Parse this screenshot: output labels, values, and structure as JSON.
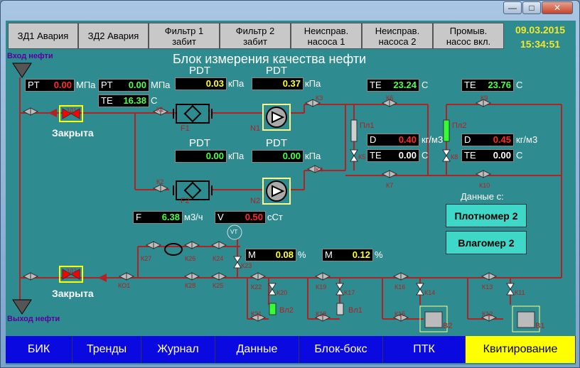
{
  "window": {
    "min": "—",
    "max": "□",
    "close": "✕"
  },
  "alarms": [
    "ЗД1 Авария",
    "ЗД2 Авария",
    "Фильтр 1\nзабит",
    "Фильтр 2\nзабит",
    "Неисправ.\nнасоса 1",
    "Неисправ.\nнасоса 2",
    "Промыв.\nнасос вкл."
  ],
  "datetime": {
    "date": "09.03.2015",
    "time": "15:34:51"
  },
  "title": "Блок измерения качества нефти",
  "inlet": "Вход нефти",
  "outlet": "Выход нефти",
  "status_closed": "Закрыта",
  "gauges": {
    "pt1": {
      "tag": "PT",
      "value": "0.00",
      "unit": "МПа"
    },
    "pt2": {
      "tag": "PT",
      "value": "0.00",
      "unit": "МПа"
    },
    "te1": {
      "tag": "TE",
      "value": "16.38",
      "unit": "С"
    },
    "pdt1": {
      "label": "PDT",
      "value": "0.03",
      "unit": "кПа"
    },
    "pdt2": {
      "label": "PDT",
      "value": "0.37",
      "unit": "кПа"
    },
    "pdt3": {
      "label": "PDT",
      "value": "0.00",
      "unit": "кПа"
    },
    "pdt4": {
      "label": "PDT",
      "value": "0.00",
      "unit": "кПа"
    },
    "te2": {
      "tag": "TE",
      "value": "23.24",
      "unit": "С"
    },
    "te3": {
      "tag": "TE",
      "value": "23.76",
      "unit": "С"
    },
    "d1": {
      "tag": "D",
      "value": "0.40",
      "unit": "кг/м3"
    },
    "d2": {
      "tag": "D",
      "value": "0.45",
      "unit": "кг/м3"
    },
    "te4": {
      "tag": "TE",
      "value": "0.00",
      "unit": "С"
    },
    "te5": {
      "tag": "TE",
      "value": "0.00",
      "unit": "С"
    },
    "f": {
      "tag": "F",
      "value": "6.38",
      "unit": "м3/ч"
    },
    "v": {
      "tag": "V",
      "value": "0.50",
      "unit": "сСт"
    },
    "m1": {
      "tag": "M",
      "value": "0.08",
      "unit": "%"
    },
    "m2": {
      "tag": "M",
      "value": "0.12",
      "unit": "%"
    }
  },
  "labels": {
    "k1": "К1",
    "k2": "К2",
    "k3": "К3",
    "k4": "К4",
    "k5": "К5",
    "k6": "К6",
    "k7": "К7",
    "k8": "К8",
    "k9": "К9",
    "k10": "К10",
    "k11": "К11",
    "k12": "К12",
    "k13": "К13",
    "k14": "К14",
    "k15": "К15",
    "k16": "К16",
    "k17": "К17",
    "k18": "К18",
    "k19": "К19",
    "k20": "К20",
    "k21": "К21",
    "k22": "К22",
    "k23": "К23",
    "k24": "К24",
    "k25": "К25",
    "k26": "К26",
    "k27": "К27",
    "k28": "К28",
    "ko1": "КО1",
    "f1": "F1",
    "f2": "F2",
    "n1": "N1",
    "n2": "N2",
    "pl1": "Пл1",
    "pl2": "Пл2",
    "vl1": "Вл1",
    "vl2": "Вл2",
    "v1": "В1",
    "v2": "В2",
    "vt": "VT",
    "zd1": "ЗД1",
    "zd2": "ЗД2"
  },
  "data_from": "Данные с:",
  "buttons": {
    "dens2": "Плотномер 2",
    "moist2": "Влагомер 2"
  },
  "nav": [
    "БИК",
    "Тренды",
    "Журнал",
    "Данные",
    "Блок-бокс",
    "ПТК",
    "Квитирование"
  ],
  "colors": {
    "panel": "#2e8b8f",
    "pipe": "#b22222",
    "valve_open": "#c0c0c0",
    "alarm_valve": "#ff0000",
    "value_red": "#ff2b2b",
    "value_green": "#4cff4c",
    "value_yellow": "#ffff33",
    "nav": "#0a0ae0",
    "ack": "#ffff00"
  }
}
